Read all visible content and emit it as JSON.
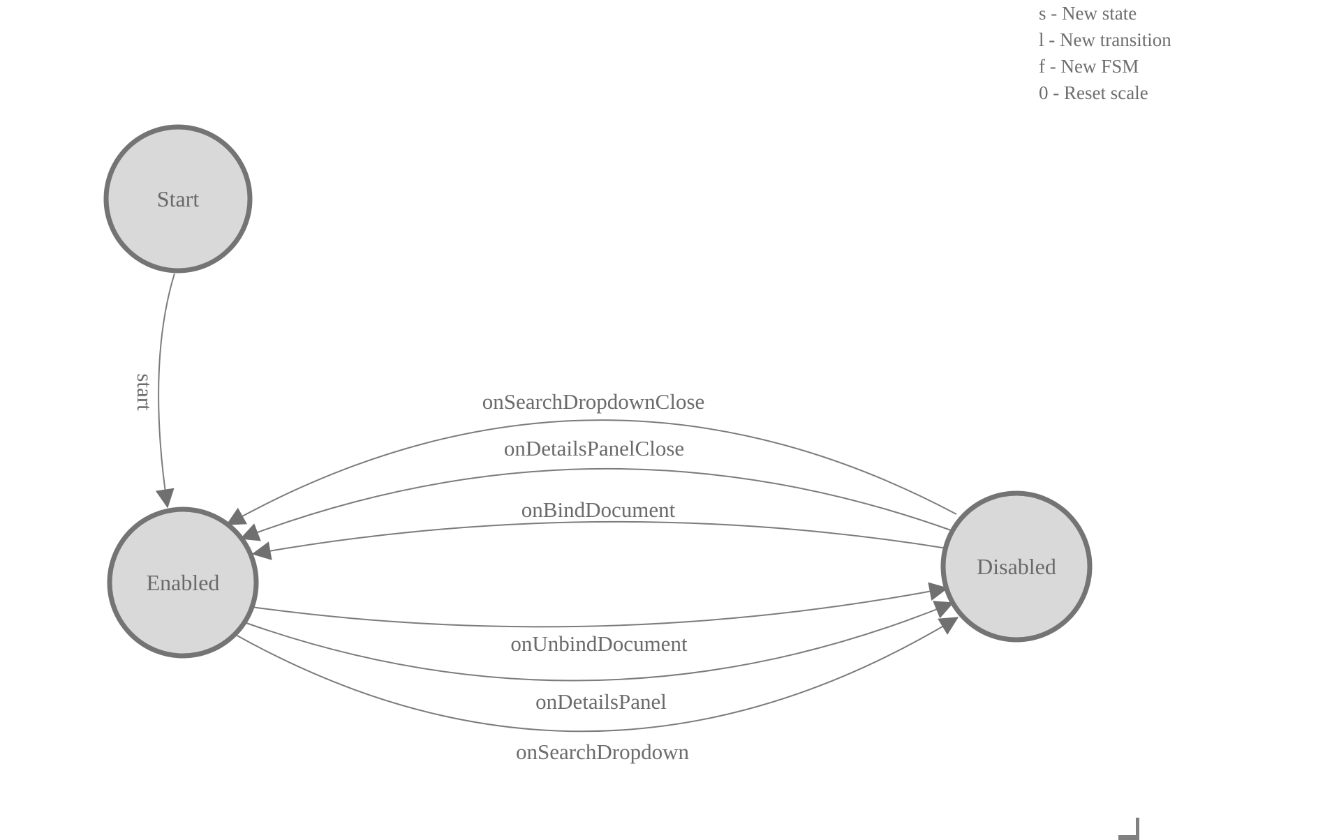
{
  "diagram": {
    "states": [
      {
        "label": "Start"
      },
      {
        "label": "Enabled"
      },
      {
        "label": "Disabled"
      }
    ],
    "transitions": [
      {
        "label": "start",
        "from": "Start",
        "to": "Enabled"
      },
      {
        "label": "onSearchDropdownClose",
        "from": "Disabled",
        "to": "Enabled"
      },
      {
        "label": "onDetailsPanelClose",
        "from": "Disabled",
        "to": "Enabled"
      },
      {
        "label": "onBindDocument",
        "from": "Disabled",
        "to": "Enabled"
      },
      {
        "label": "onUnbindDocument",
        "from": "Enabled",
        "to": "Disabled"
      },
      {
        "label": "onDetailsPanel",
        "from": "Enabled",
        "to": "Disabled"
      },
      {
        "label": "onSearchDropdown",
        "from": "Enabled",
        "to": "Disabled"
      }
    ]
  },
  "legend": {
    "lines": [
      "s - New state",
      "l - New transition",
      "f - New FSM",
      "0 - Reset scale"
    ]
  },
  "colors": {
    "state_fill": "#d9d9d9",
    "state_stroke": "#747474",
    "edge": "#7b7b7b",
    "label_text": "#6b6b6b",
    "background": "#ffffff"
  }
}
